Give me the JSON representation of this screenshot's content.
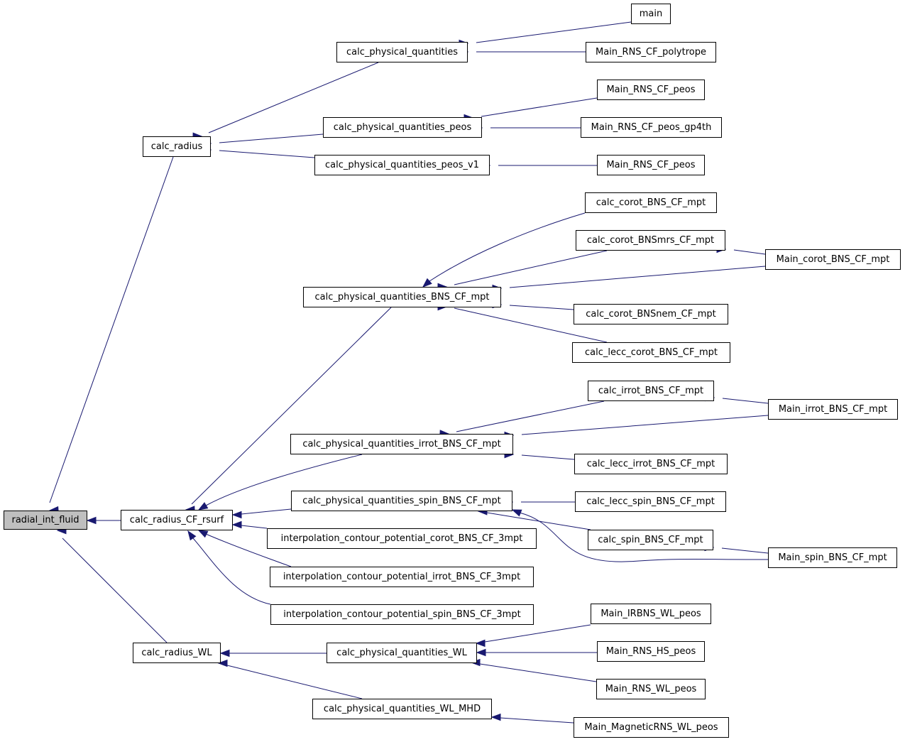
{
  "colors": {
    "edge": "#191970",
    "root_fill": "#bfbfbf",
    "node_fill": "#ffffff",
    "border": "#000000"
  },
  "nodes": {
    "radial_int_fluid": "radial_int_fluid",
    "calc_radius": "calc_radius",
    "calc_radius_CF_rsurf": "calc_radius_CF_rsurf",
    "calc_radius_WL": "calc_radius_WL",
    "calc_physical_quantities": "calc_physical_quantities",
    "calc_physical_quantities_peos": "calc_physical_quantities_peos",
    "calc_physical_quantities_peos_v1": "calc_physical_quantities_peos_v1",
    "main": "main",
    "Main_RNS_CF_polytrope": "Main_RNS_CF_polytrope",
    "Main_RNS_CF_peos_a": "Main_RNS_CF_peos",
    "Main_RNS_CF_peos_gp4th": "Main_RNS_CF_peos_gp4th",
    "Main_RNS_CF_peos_b": "Main_RNS_CF_peos",
    "calc_physical_quantities_BNS_CF_mpt": "calc_physical_quantities_BNS_CF_mpt",
    "calc_corot_BNS_CF_mpt": "calc_corot_BNS_CF_mpt",
    "calc_corot_BNSmrs_CF_mpt": "calc_corot_BNSmrs_CF_mpt",
    "Main_corot_BNS_CF_mpt": "Main_corot_BNS_CF_mpt",
    "calc_corot_BNSnem_CF_mpt": "calc_corot_BNSnem_CF_mpt",
    "calc_lecc_corot_BNS_CF_mpt": "calc_lecc_corot_BNS_CF_mpt",
    "calc_physical_quantities_irrot_BNS_CF_mpt": "calc_physical_quantities_irrot_BNS_CF_mpt",
    "calc_irrot_BNS_CF_mpt": "calc_irrot_BNS_CF_mpt",
    "Main_irrot_BNS_CF_mpt": "Main_irrot_BNS_CF_mpt",
    "calc_lecc_irrot_BNS_CF_mpt": "calc_lecc_irrot_BNS_CF_mpt",
    "calc_physical_quantities_spin_BNS_CF_mpt": "calc_physical_quantities_spin_BNS_CF_mpt",
    "calc_lecc_spin_BNS_CF_mpt": "calc_lecc_spin_BNS_CF_mpt",
    "calc_spin_BNS_CF_mpt": "calc_spin_BNS_CF_mpt",
    "Main_spin_BNS_CF_mpt": "Main_spin_BNS_CF_mpt",
    "interpolation_contour_potential_corot_BNS_CF_3mpt": "interpolation_contour_potential_corot_BNS_CF_3mpt",
    "interpolation_contour_potential_irrot_BNS_CF_3mpt": "interpolation_contour_potential_irrot_BNS_CF_3mpt",
    "interpolation_contour_potential_spin_BNS_CF_3mpt": "interpolation_contour_potential_spin_BNS_CF_3mpt",
    "calc_physical_quantities_WL": "calc_physical_quantities_WL",
    "Main_IRBNS_WL_peos": "Main_IRBNS_WL_peos",
    "Main_RNS_HS_peos": "Main_RNS_HS_peos",
    "Main_RNS_WL_peos": "Main_RNS_WL_peos",
    "calc_physical_quantities_WL_MHD": "calc_physical_quantities_WL_MHD",
    "Main_MagneticRNS_WL_peos": "Main_MagneticRNS_WL_peos"
  }
}
